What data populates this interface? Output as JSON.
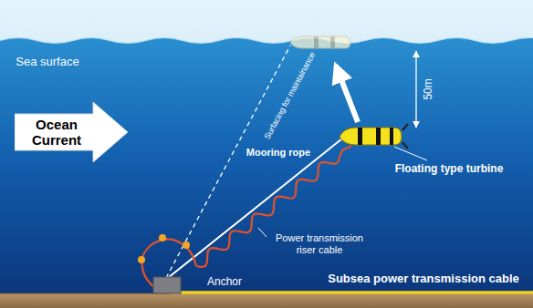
{
  "diagram": {
    "nodes": [
      {
        "text": [
          "Ocean Current"
        ]
      }
    ],
    "labels": [
      "Sea surface",
      "Surfacing for maintainance",
      "50m",
      "Mooring rope",
      "Floating type turbine",
      "Power transmission riser cable",
      "Anchor",
      "Subsea power transmission cable"
    ]
  }
}
